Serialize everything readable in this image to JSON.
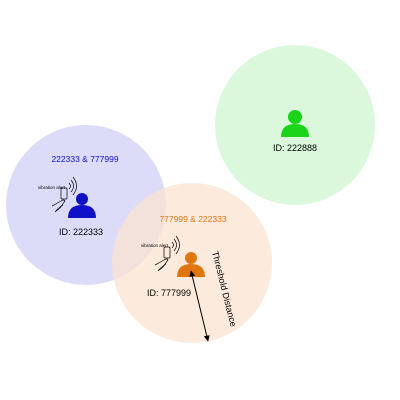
{
  "users": {
    "green": {
      "id_label": "ID: 222888",
      "color": "#19d419",
      "zone_color": "#d6f7d6"
    },
    "blue": {
      "id_label": "ID: 222333",
      "pair_label": "222333 & 777999",
      "alert_label": "vibration alert",
      "color": "#1010c8",
      "zone_color": "#d3d3f7"
    },
    "orange": {
      "id_label": "ID: 777999",
      "pair_label": "777999 & 222333",
      "alert_label": "vibration alert",
      "color": "#e0760f",
      "zone_color": "#fbe3d0"
    }
  },
  "threshold_label": "Threshold Distance",
  "icons": {
    "person": "person-icon",
    "phone": "vibrating-phone-in-hand-icon"
  }
}
